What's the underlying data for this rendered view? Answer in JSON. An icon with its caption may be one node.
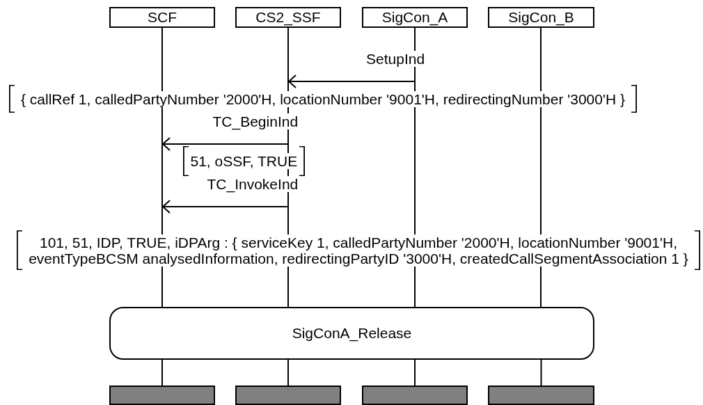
{
  "diagram": {
    "nodes": [
      {
        "text": [
          "SCF"
        ]
      },
      {
        "text": [
          "CS2_SSF"
        ]
      },
      {
        "text": [
          "SigCon_A"
        ]
      },
      {
        "text": [
          "SigCon_B"
        ]
      },
      {
        "text": [],
        "shape": "line"
      },
      {
        "text": [],
        "shape": "line"
      },
      {
        "text": [],
        "shape": "line"
      },
      {
        "text": [],
        "shape": "line"
      },
      {
        "text": [
          "SigConA_Release"
        ]
      },
      {
        "text": [],
        "shape": "box"
      },
      {
        "text": [],
        "shape": "box"
      },
      {
        "text": [],
        "shape": "box"
      },
      {
        "text": [],
        "shape": "box"
      }
    ],
    "edges": [
      {
        "from": 8,
        "to": 9,
        "arrow": "none"
      },
      {
        "from": 8,
        "to": 10,
        "arrow": "none"
      },
      {
        "from": 8,
        "to": 11,
        "arrow": "none"
      },
      {
        "from": 8,
        "to": 12,
        "arrow": "none"
      },
      {
        "from": 6,
        "to": 5,
        "arrow": "to",
        "label": "SetupInd"
      },
      {
        "from": 5,
        "to": 4,
        "arrow": "to",
        "label": "TC_BeginInd"
      },
      {
        "from": 5,
        "to": 4,
        "arrow": "to",
        "label": "TC_InvokeInd"
      }
    ],
    "labels": [
      "{ callRef 1, calledPartyNumber '2000'H, locationNumber '9001'H, redirectingNumber '3000'H }",
      "51, oSSF, TRUE",
      "101, 51, IDP, TRUE, iDPArg : { serviceKey 1, calledPartyNumber '2000'H, locationNumber '9001'H, eventTypeBCSM analysedInformation, redirectingPartyID '3000'H, createdCallSegmentAssociation 1 }"
    ]
  }
}
